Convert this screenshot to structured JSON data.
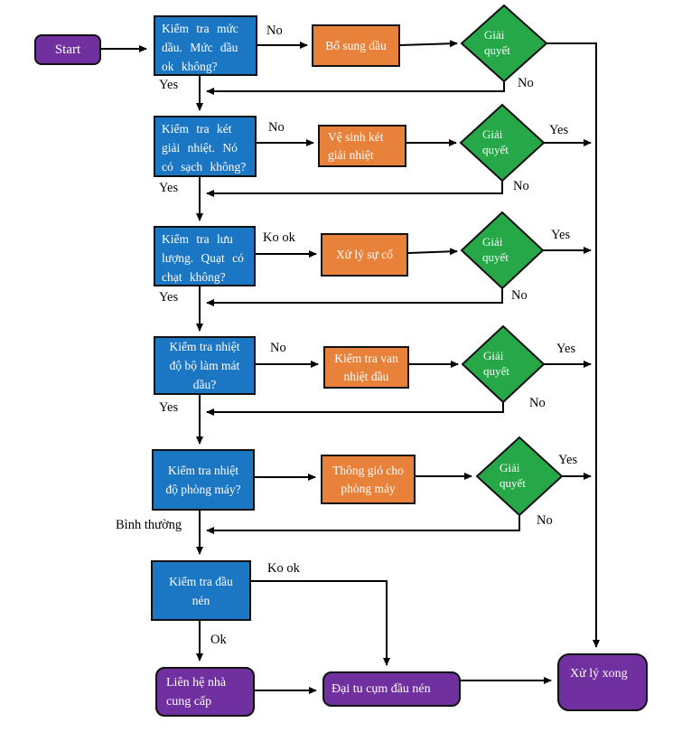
{
  "colors": {
    "check_blue": "#1B76C4",
    "action_orange": "#E8813A",
    "decision_green": "#26A848",
    "terminal_purple": "#7030A0",
    "line_black": "#000000"
  },
  "nodes": {
    "start": "Start",
    "check_oil": "Kiểm tra mức\ndầu. Mức dầu\nok không?",
    "add_oil": "Bổ sung dầu",
    "check_radiator": "Kiểm tra két\ngiải nhiệt. Nó\ncó sạch không?",
    "clean_radiator": "Vệ sinh két\ngiải nhiệt",
    "check_flow": "Kiểm tra lưu\nlượng. Quạt có\nchạt không?",
    "fix_issue": "Xử lý sự cố",
    "check_cooler_temp": "Kiểm tra nhiệt\nđộ bộ làm mát\ndầu?",
    "check_oil_valve": "Kiểm tra van\nnhiệt dầu",
    "check_room_temp": "Kiểm tra nhiệt\nđộ phòng máy?",
    "ventilate_room": "Thông gió cho\nphòng máy",
    "check_compressor": "Kiểm tra đầu\nnén",
    "decision": "Giải\nquyết",
    "contact_supplier": "Liên hệ nhà\ncung cấp",
    "overhaul_compressor": "Đại tu cụm đầu nén",
    "done": "Xử lý xong"
  },
  "labels": {
    "r1_branch": "No",
    "r1_loop": "Yes",
    "r1_diamond_no": "No",
    "r2_branch": "No",
    "r2_yes": "Yes",
    "r2_loop": "Yes",
    "r2_diamond_no": "No",
    "r3_branch": "Ko ok",
    "r3_yes": "Yes",
    "r3_loop": "Yes",
    "r3_diamond_no": "No",
    "r4_branch": "No",
    "r4_yes": "Yes",
    "r4_loop": "Yes",
    "r4_diamond_no": "No",
    "r5_yes": "Yes",
    "r5_loop": "Bình thường",
    "r5_diamond_no": "No",
    "r6_branch": "Ko ok",
    "r6_ok": "Ok"
  }
}
